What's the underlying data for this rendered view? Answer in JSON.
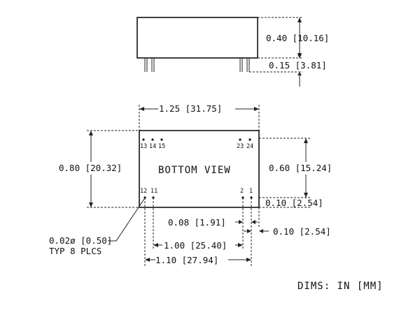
{
  "side_view": {
    "height_label": "0.40 [10.16]",
    "pin_length_label": "0.15 [3.81]"
  },
  "bottom_view": {
    "title": "BOTTOM VIEW",
    "width_label": "1.25 [31.75]",
    "height_label": "0.80 [20.32]",
    "pin_row_span_label": "0.60 [15.24]",
    "pin_row_offset_label": "0.10 [2.54]",
    "pin_pitch_label": "0.08 [1.91]",
    "edge_offset_label": "0.10 [2.54]",
    "inner_span_label": "1.00 [25.40]",
    "outer_span_label": "1.10 [27.94]",
    "pin_diameter_label": "0.02ø [0.50]",
    "pin_count_label": "TYP 8 PLCS",
    "pins_top": [
      "13",
      "14",
      "15",
      "23",
      "24"
    ],
    "pins_bottom": [
      "12",
      "11",
      "2",
      "1"
    ]
  },
  "units_note": "DIMS: IN [MM]"
}
